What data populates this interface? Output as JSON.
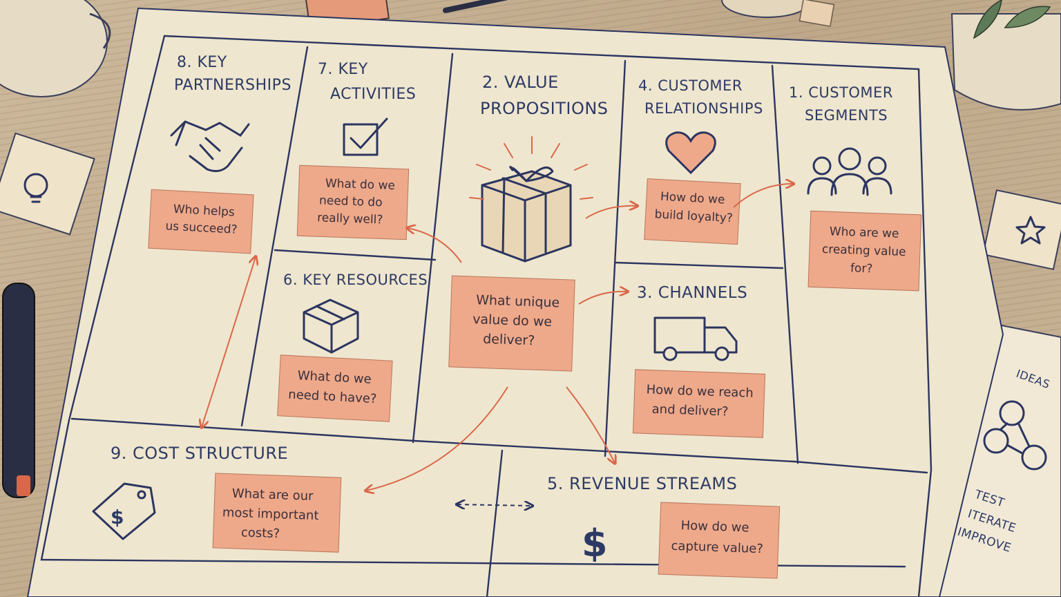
{
  "colors": {
    "paper": "#efe6cf",
    "ink": "#2b3560",
    "sticky_note": "#eea98b",
    "arrow": "#d9684a",
    "desk": "#c9b69b"
  },
  "blocks": {
    "key_partnerships": {
      "title_1": "8. KEY",
      "title_2": "PARTNERSHIPS",
      "icon": "handshake-icon",
      "note_1": "Who helps",
      "note_2": "us succeed?"
    },
    "key_activities": {
      "title_1": "7. KEY",
      "title_2": "ACTIVITIES",
      "icon": "checkbox-icon",
      "note_1": "What do we",
      "note_2": "need to do",
      "note_3": "really well?"
    },
    "value_propositions": {
      "title_1": "2. VALUE",
      "title_2": "PROPOSITIONS",
      "icon": "gift-icon",
      "note_1": "What unique",
      "note_2": "value do we",
      "note_3": "deliver?"
    },
    "customer_relationships": {
      "title_1": "4. CUSTOMER",
      "title_2": "RELATIONSHIPS",
      "icon": "heart-icon",
      "note_1": "How do we",
      "note_2": "build loyalty?"
    },
    "customer_segments": {
      "title_1": "1. CUSTOMER",
      "title_2": "SEGMENTS",
      "icon": "people-icon",
      "note_1": "Who are we",
      "note_2": "creating value",
      "note_3": "for?"
    },
    "key_resources": {
      "title_1": "6. KEY RESOURCES",
      "icon": "box-icon",
      "note_1": "What do we",
      "note_2": "need to have?"
    },
    "channels": {
      "title_1": "3. CHANNELS",
      "icon": "truck-icon",
      "note_1": "How do we reach",
      "note_2": "and deliver?"
    },
    "cost_structure": {
      "title_1": "9. COST STRUCTURE",
      "icon": "price-tag-icon",
      "note_1": "What are our",
      "note_2": "most important",
      "note_3": "costs?"
    },
    "revenue_streams": {
      "title_1": "5. REVENUE STREAMS",
      "icon": "dollar-icon",
      "note_1": "How do we",
      "note_2": "capture value?"
    }
  },
  "notebook": {
    "top": "IDEAS",
    "line_1": "TEST",
    "line_2": "ITERATE",
    "line_3": "IMPROVE"
  }
}
